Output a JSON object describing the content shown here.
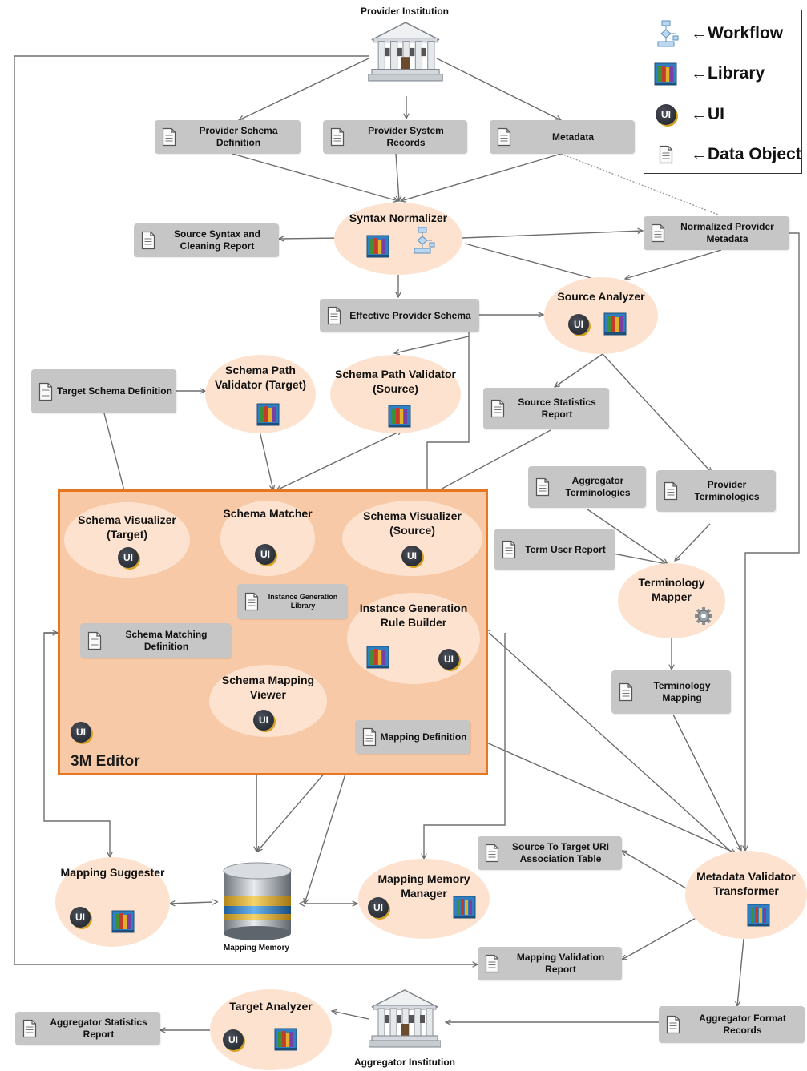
{
  "legend": {
    "workflow": "←Workflow",
    "library": "←Library",
    "ui": "←UI",
    "data_object": "←Data Object"
  },
  "ui_icon_text": "UI",
  "institutions": {
    "provider": "Provider Institution",
    "aggregator": "Aggregator Institution"
  },
  "memory_label": "Mapping Memory",
  "editor_label": "3M Editor",
  "data_objects": {
    "provider_schema_definition": "Provider Schema Definition",
    "provider_system_records": "Provider System Records",
    "metadata": "Metadata",
    "source_syntax_report": "Source Syntax and Cleaning Report",
    "normalized_provider_metadata": "Normalized Provider Metadata",
    "effective_provider_schema": "Effective Provider Schema",
    "target_schema_definition": "Target Schema Definition",
    "source_statistics_report": "Source Statistics Report",
    "aggregator_terminologies": "Aggregator Terminologies",
    "provider_terminologies": "Provider Terminologies",
    "term_user_report": "Term User Report",
    "instance_generation_library": "Instance Generation Library",
    "schema_matching_definition": "Schema Matching Definition",
    "mapping_definition": "Mapping Definition",
    "terminology_mapping": "Terminology Mapping",
    "source_to_target_uri": "Source To Target URI Association Table",
    "mapping_validation_report": "Mapping Validation Report",
    "aggregator_statistics_report": "Aggregator Statistics Report",
    "aggregator_format_records": "Aggregator Format Records"
  },
  "components": {
    "syntax_normalizer": "Syntax Normalizer",
    "source_analyzer": "Source Analyzer",
    "schema_path_validator_target": "Schema Path Validator (Target)",
    "schema_path_validator_source": "Schema Path Validator (Source)",
    "schema_visualizer_target": "Schema Visualizer (Target)",
    "schema_matcher": "Schema Matcher",
    "schema_visualizer_source": "Schema Visualizer (Source)",
    "instance_generation_rule_builder": "Instance Generation Rule Builder",
    "schema_mapping_viewer": "Schema Mapping Viewer",
    "terminology_mapper": "Terminology Mapper",
    "mapping_suggester": "Mapping Suggester",
    "mapping_memory_manager": "Mapping Memory Manager",
    "metadata_validator_transformer": "Metadata Validator Transformer",
    "target_analyzer": "Target Analyzer"
  },
  "colors": {
    "component_fill": "#fde3cf",
    "editor_fill": "#f8c9a6",
    "editor_border": "#e8751f",
    "data_object_fill": "#c6c6c6",
    "arrow": "#6e6e6e"
  }
}
